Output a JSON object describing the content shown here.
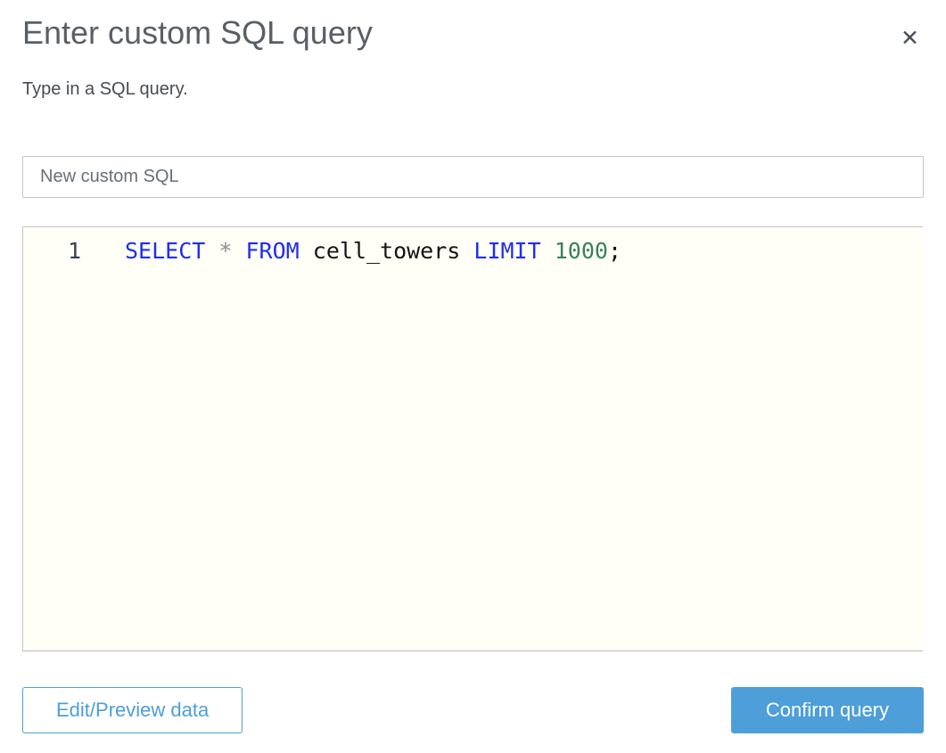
{
  "dialog": {
    "title": "Enter custom SQL query",
    "subtitle": "Type in a SQL query.",
    "close_icon": "✕"
  },
  "query_name_input": {
    "value": "New custom SQL"
  },
  "sql_editor": {
    "lines": [
      {
        "number": "1",
        "tokens": [
          {
            "text": "SELECT",
            "style": "keyword"
          },
          {
            "text": " ",
            "style": "plain"
          },
          {
            "text": "*",
            "style": "operator"
          },
          {
            "text": " ",
            "style": "plain"
          },
          {
            "text": "FROM",
            "style": "keyword"
          },
          {
            "text": " cell_towers ",
            "style": "plain"
          },
          {
            "text": "LIMIT",
            "style": "keyword"
          },
          {
            "text": " ",
            "style": "plain"
          },
          {
            "text": "1000",
            "style": "number"
          },
          {
            "text": ";",
            "style": "plain"
          }
        ]
      }
    ]
  },
  "footer": {
    "edit_preview_button": "Edit/Preview data",
    "confirm_button": "Confirm query"
  },
  "colors": {
    "title_gray": "#595f66",
    "accent_blue": "#4d9ed9",
    "keyword_blue": "#1e2ff2",
    "number_green": "#3a8157",
    "operator_gray": "#8c8c8c",
    "code_plain": "#141414",
    "gutter_text": "#36405a",
    "editor_bg": "#fffef7"
  }
}
